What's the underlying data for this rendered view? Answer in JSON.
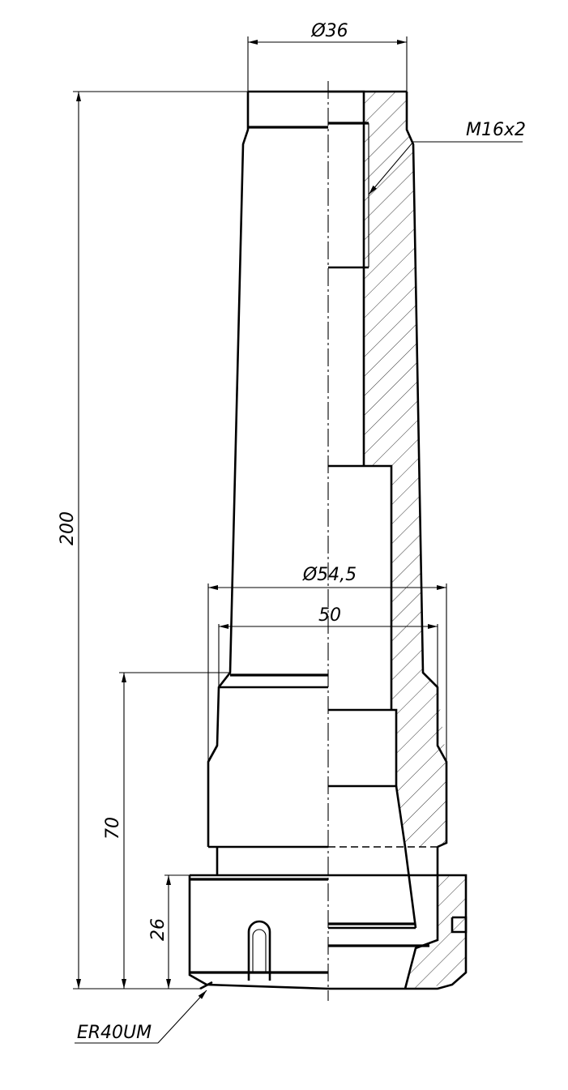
{
  "dimensions": {
    "outer_diameter_top": "Ø36",
    "thread_spec": "M16x2",
    "outer_diameter_body": "Ø54,5",
    "body_width": "50",
    "total_length": "200",
    "collet_section_length": "70",
    "nut_length": "26"
  },
  "collet_label": "ER40UM"
}
